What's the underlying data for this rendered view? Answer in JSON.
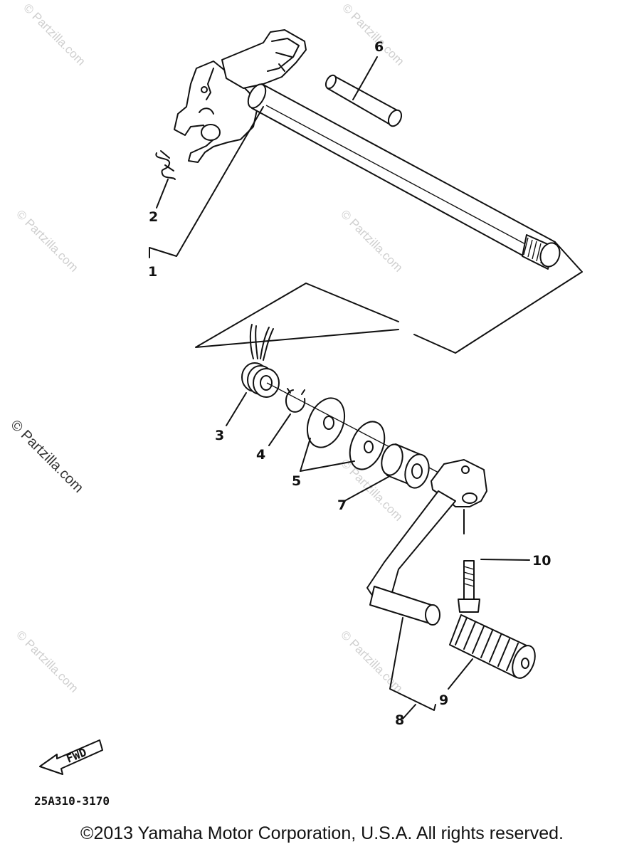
{
  "watermark": {
    "text": "© Partzilla.com"
  },
  "callouts": [
    {
      "id": "1",
      "label": "1"
    },
    {
      "id": "2",
      "label": "2"
    },
    {
      "id": "3",
      "label": "3"
    },
    {
      "id": "4",
      "label": "4"
    },
    {
      "id": "5",
      "label": "5"
    },
    {
      "id": "6",
      "label": "6"
    },
    {
      "id": "7",
      "label": "7"
    },
    {
      "id": "8",
      "label": "8"
    },
    {
      "id": "9",
      "label": "9"
    },
    {
      "id": "10",
      "label": "10"
    }
  ],
  "fwd_label": "FWD",
  "diagram_code": "25A310-3170",
  "copyright": "©2013 Yamaha Motor Corporation, U.S.A. All rights reserved."
}
